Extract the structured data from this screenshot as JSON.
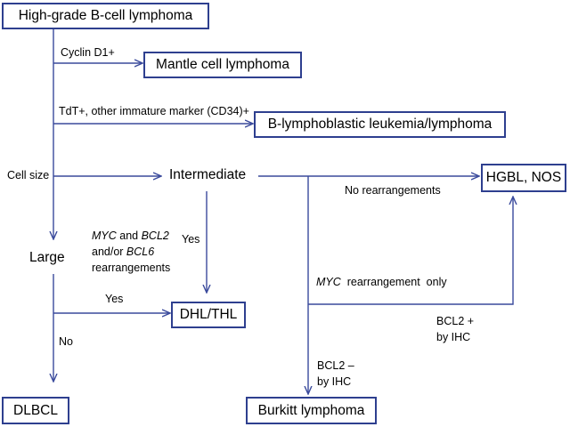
{
  "nodes": {
    "root": "High-grade B-cell lymphoma",
    "mantle": "Mantle cell lymphoma",
    "lymphoblastic": "B-lymphoblastic leukemia/lymphoma",
    "intermediate": "Intermediate",
    "hgbl": "HGBL, NOS",
    "large": "Large",
    "dhl": "DHL/THL",
    "dlbcl": "DLBCL",
    "burkitt": "Burkitt lymphoma"
  },
  "labels": {
    "cyclin": "Cyclin D1+",
    "tdt": "TdT+, other immature marker (CD34)+",
    "cell_size": "Cell size",
    "no_rearr": "No rearrangements",
    "yes_right": "Yes",
    "myc_a": "MYC",
    "and1": " and ",
    "bcl2": "BCL2",
    "andor": "and/or ",
    "bcl6": "BCL6",
    "rearr": "rearrangements",
    "yes_left": "Yes",
    "no": "No",
    "myc_b": "MYC",
    "rearr_only": "  rearrangement  only",
    "bcl2pos_1": "BCL2 +",
    "bcl2pos_2": "by IHC",
    "bcl2neg_1": "BCL2 –",
    "bcl2neg_2": "by IHC"
  },
  "colors": {
    "line": "#3a4a9c",
    "border": "#2e3f8f"
  }
}
